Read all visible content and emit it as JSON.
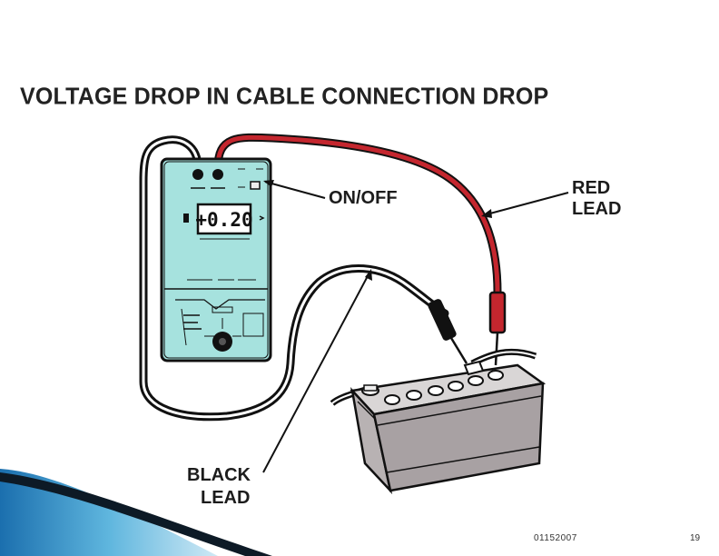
{
  "slide": {
    "title": "VOLTAGE DROP IN CABLE CONNECTION DROP",
    "labels": {
      "on_off": "ON/OFF",
      "red_lead": [
        "RED",
        "LEAD"
      ],
      "black_lead": [
        "BLACK",
        "LEAD"
      ]
    },
    "meter": {
      "reading": "+0.20"
    },
    "footer": {
      "date_code": "01152007",
      "page_number": "19"
    }
  },
  "colors": {
    "meter_body": "#a6e2de",
    "red_lead": "#c4262e",
    "black_lead": "#111111",
    "battery_case": "#a8a1a3",
    "battery_top": "#d9d6d6",
    "accent_corner": "#1b7db8"
  }
}
